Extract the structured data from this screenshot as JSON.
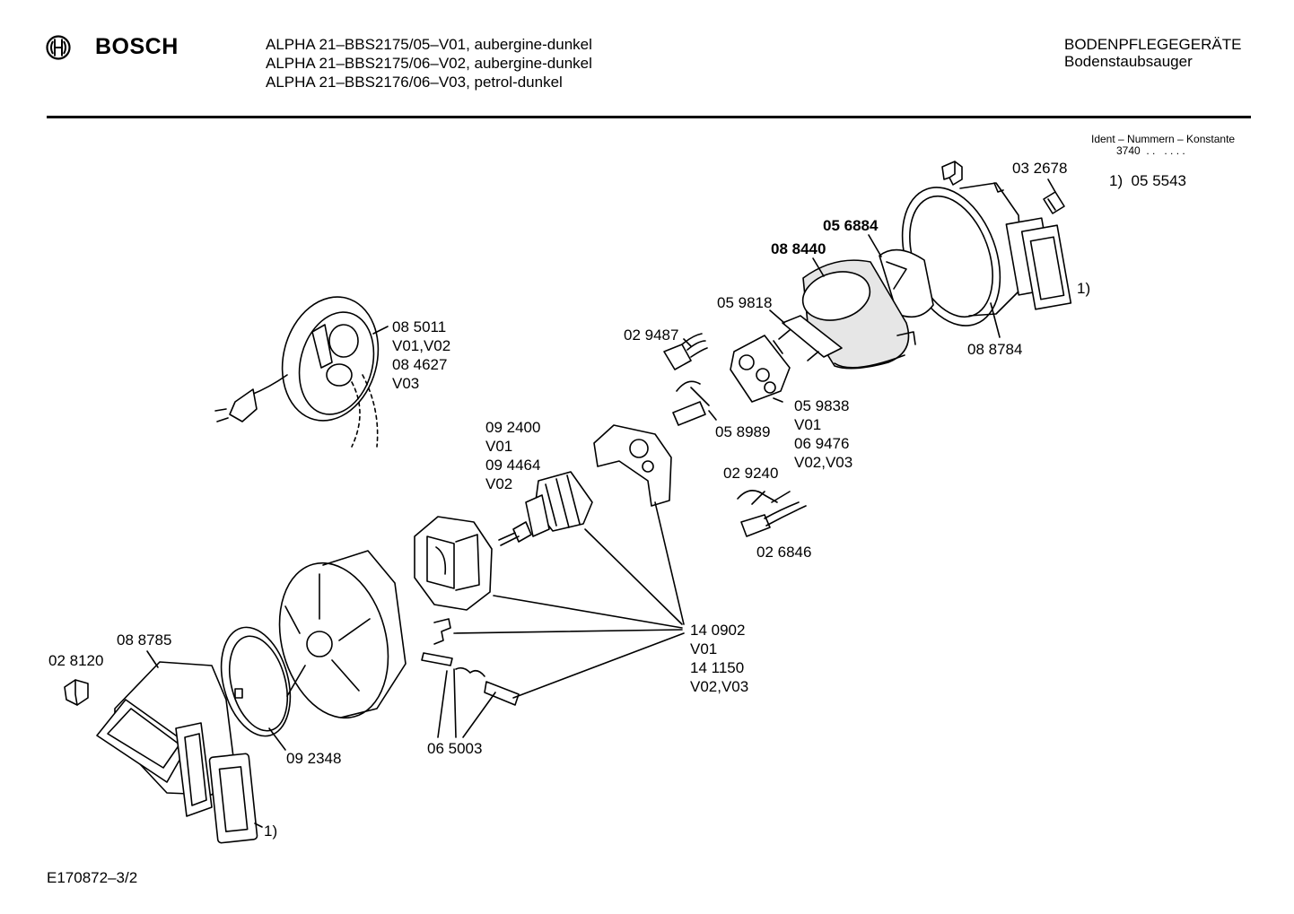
{
  "header": {
    "brand": "BOSCH",
    "models": [
      "ALPHA 21–BBS2175/05–V01, aubergine-dunkel",
      "ALPHA 21–BBS2175/06–V02, aubergine-dunkel",
      "ALPHA 21–BBS2176/06–V03, petrol-dunkel"
    ],
    "category": "BODENPFLEGEGERÄTE",
    "subcategory": "Bodenstaubsauger"
  },
  "ident": {
    "title": "Ident – Nummern – Konstante",
    "value": "3740  . .   . . . .",
    "footnote_number": "1)  05 5543"
  },
  "parts": {
    "p032678": "03 2678",
    "p056884": "05 6884",
    "p088440": "08 8440",
    "footnote_right": "1)",
    "p059818": "05 9818",
    "p088784": "08 8784",
    "p085011": "08 5011",
    "v01v02": "V01,V02",
    "p084627": "08 4627",
    "v03": "V03",
    "p029487": "02 9487",
    "p058989": "05 8989",
    "p059838": "05 9838",
    "p059838_v": "V01",
    "p069476": "06 9476",
    "p069476_v": "V02,V03",
    "p092400": "09 2400",
    "p092400_v": "V01",
    "p094464": "09 4464",
    "p094464_v": "V02",
    "p029240": "02 9240",
    "p026846": "02 6846",
    "p140902": "14 0902",
    "p140902_v": "V01",
    "p141150": "14 1150",
    "p141150_v": "V02,V03",
    "p088785": "08 8785",
    "p028120": "02 8120",
    "p092348": "09 2348",
    "p065003": "06 5003",
    "footnote_left": "1)"
  },
  "footer": {
    "doc_id": "E170872–3/2"
  }
}
